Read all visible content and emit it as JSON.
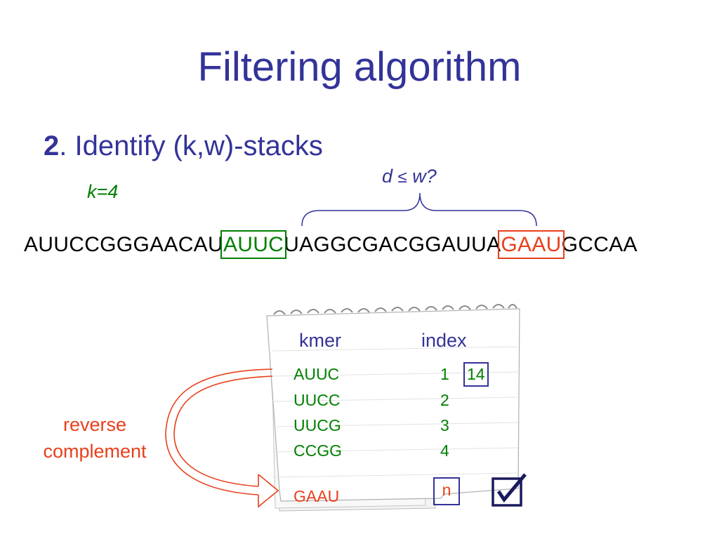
{
  "slide": {
    "title": "Filtering algorithm",
    "step": {
      "number": "2",
      "text": ". Identify (k,w)-stacks"
    },
    "k_label": "k=4",
    "distance": {
      "d": "d",
      "symbol": "≤",
      "w": "w?"
    },
    "sequence": {
      "prefix": "AUUCCGGGAACAU",
      "kmer1": "AUUC",
      "middle": "UAGGCGACGGAUUA",
      "kmer2": "GAAU",
      "suffix": "GCCAA"
    },
    "table": {
      "headers": {
        "kmer": "kmer",
        "index": "index"
      },
      "rows": [
        {
          "kmer": "AUUC",
          "index": "1",
          "extra": "14"
        },
        {
          "kmer": "UUCC",
          "index": "2"
        },
        {
          "kmer": "UUCG",
          "index": "3"
        },
        {
          "kmer": "CCGG",
          "index": "4"
        }
      ],
      "query": {
        "kmer": "GAAU",
        "index": "n"
      }
    },
    "rc_label": "reverse complement",
    "colors": {
      "title": "#333399",
      "green": "#008000",
      "orange": "#e8401c"
    },
    "icons": [
      "notepad-icon",
      "curved-arrow-icon",
      "checkbox-checked-icon"
    ]
  }
}
